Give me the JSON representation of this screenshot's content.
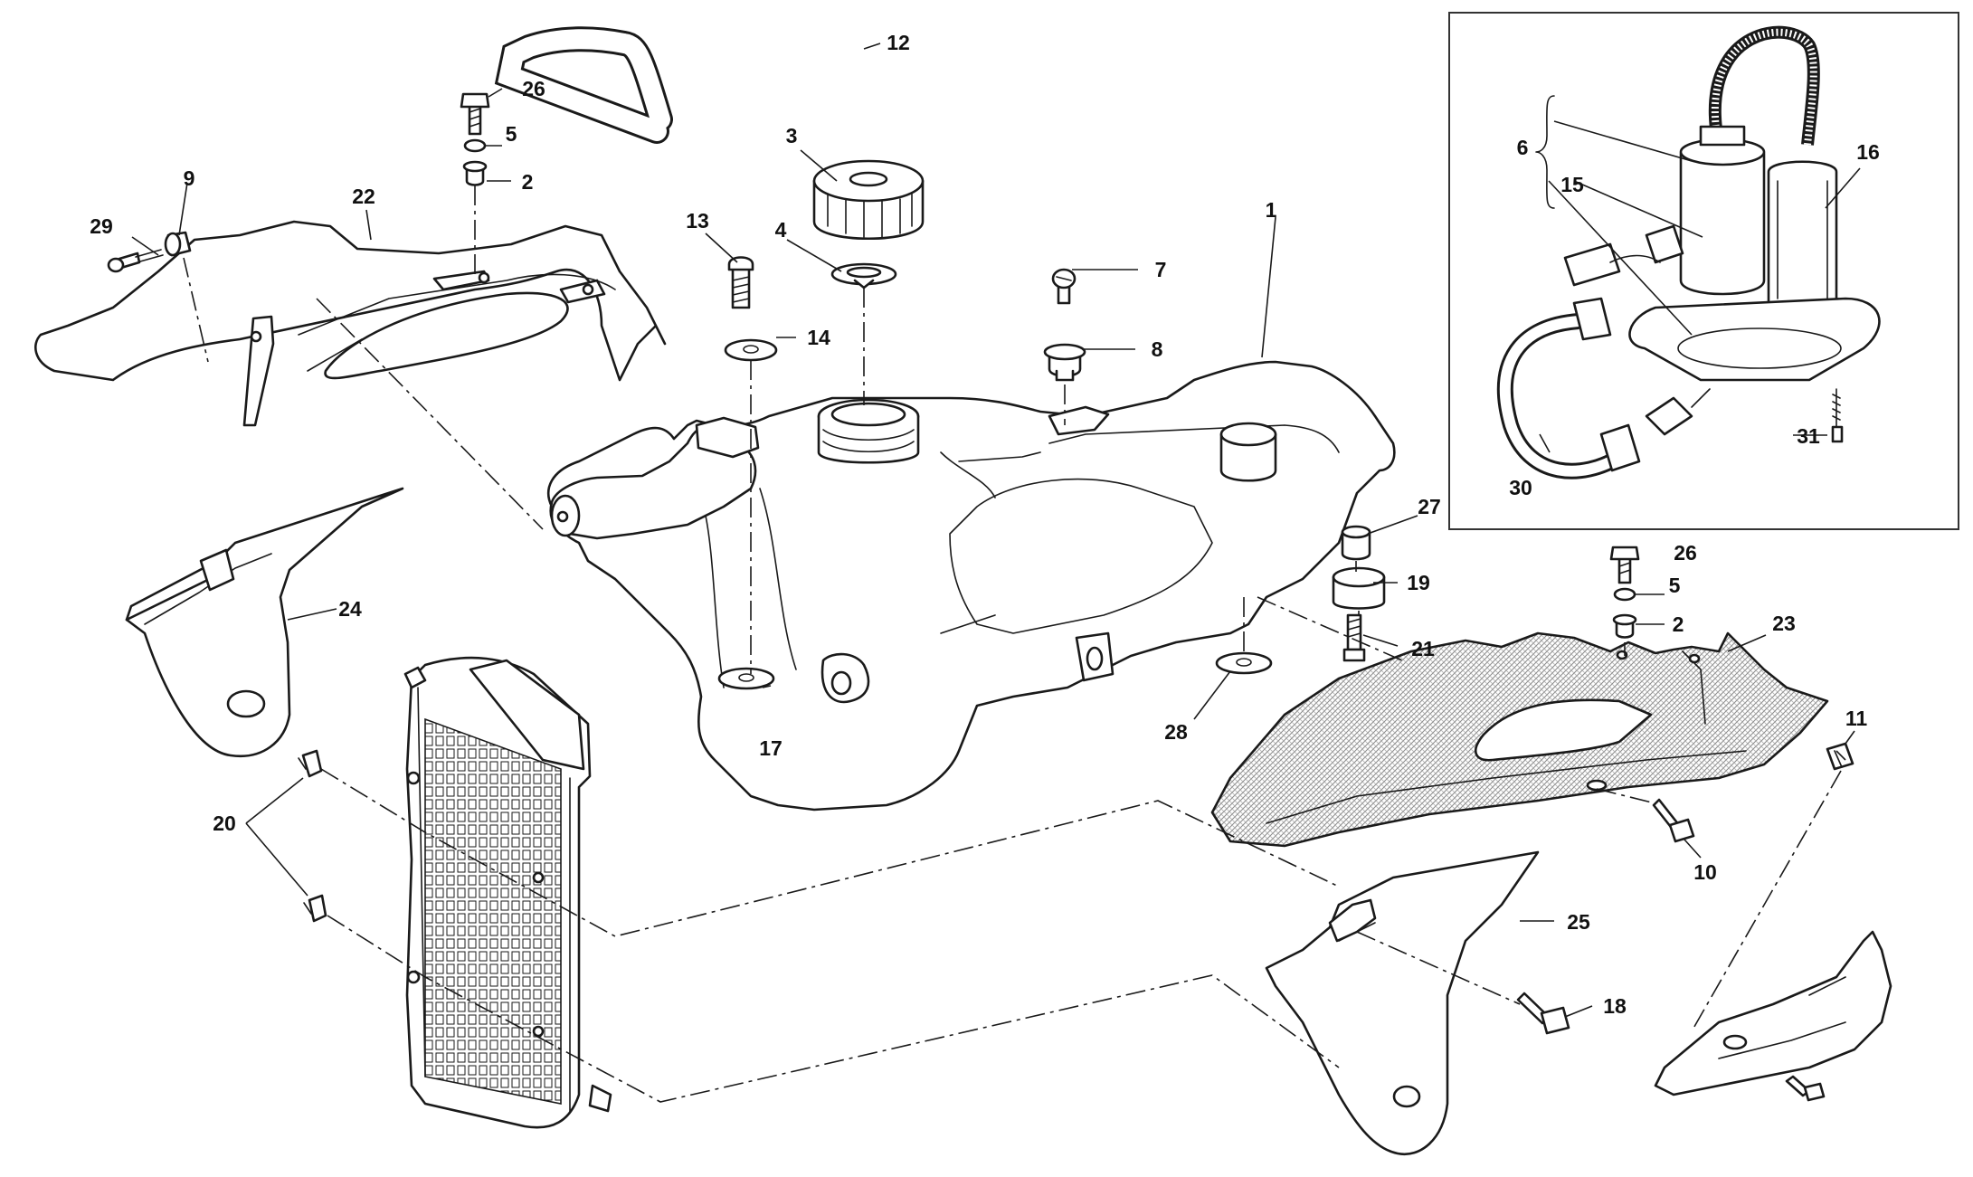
{
  "diagram": {
    "callouts": {
      "c1": "1",
      "c2a": "2",
      "c2b": "2",
      "c3": "3",
      "c4": "4",
      "c5a": "5",
      "c5b": "5",
      "c6": "6",
      "c7": "7",
      "c8": "8",
      "c9": "9",
      "c10": "10",
      "c11": "11",
      "c12": "12",
      "c13": "13",
      "c14": "14",
      "c15": "15",
      "c16": "16",
      "c17": "17",
      "c18": "18",
      "c19": "19",
      "c20": "20",
      "c21": "21",
      "c22": "22",
      "c23": "23",
      "c24": "24",
      "c25": "25",
      "c26a": "26",
      "c26b": "26",
      "c27": "27",
      "c28": "28",
      "c29": "29",
      "c30": "30",
      "c31": "31"
    },
    "colors": {
      "line": "#1a1a1a",
      "background": "#ffffff",
      "hatch": "#8a8a8a"
    }
  }
}
